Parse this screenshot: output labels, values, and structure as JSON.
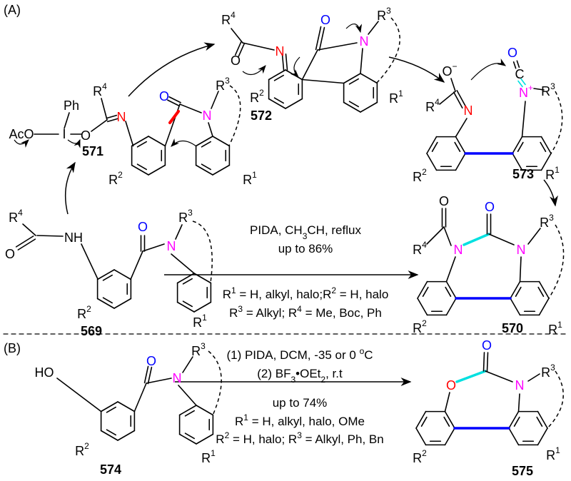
{
  "panels": {
    "a_label": "(A)",
    "b_label": "(B)"
  },
  "compounds": {
    "c569": "569",
    "c570": "570",
    "c571": "571",
    "c572": "572",
    "c573": "573",
    "c574": "574",
    "c575": "575"
  },
  "conditions_a": [
    [
      {
        "t": "PIDA, CH"
      },
      {
        "t": "3",
        "s": "sub"
      },
      {
        "t": "CH, reflux"
      }
    ],
    [
      {
        "t": "up to 86%"
      }
    ],
    [
      {
        "t": "R"
      },
      {
        "t": "1",
        "s": "sup"
      },
      {
        "t": " = H, alkyl, halo;R"
      },
      {
        "t": "2",
        "s": "sup"
      },
      {
        "t": " = H, halo"
      }
    ],
    [
      {
        "t": "R"
      },
      {
        "t": "3",
        "s": "sup"
      },
      {
        "t": " = Alkyl; R"
      },
      {
        "t": "4",
        "s": "sup"
      },
      {
        "t": " = Me, Boc, Ph"
      }
    ]
  ],
  "conditions_b": [
    [
      {
        "t": "(1) PIDA, DCM, -35 or 0 "
      },
      {
        "t": "o",
        "s": "sup"
      },
      {
        "t": "C"
      }
    ],
    [
      {
        "t": "(2) BF"
      },
      {
        "t": "3",
        "s": "sub"
      },
      {
        "t": "•OEt"
      },
      {
        "t": "2",
        "s": "sub"
      },
      {
        "t": ", r.t"
      }
    ],
    [
      {
        "t": "up to 74%"
      }
    ],
    [
      {
        "t": "R"
      },
      {
        "t": "1",
        "s": "sup"
      },
      {
        "t": " = H, alkyl, halo, OMe"
      }
    ],
    [
      {
        "t": "R"
      },
      {
        "t": "2",
        "s": "sup"
      },
      {
        "t": " = H, halo; R"
      },
      {
        "t": "3",
        "s": "sup"
      },
      {
        "t": " = Alkyl, Ph, Bn"
      }
    ]
  ],
  "structures": {
    "s569": [
      [
        "R",
        "4"
      ],
      [
        "NH"
      ],
      [
        "O"
      ],
      [
        "O"
      ],
      [
        "N"
      ],
      [
        "R",
        "3"
      ],
      [
        "R",
        "2"
      ],
      [
        "R",
        "1"
      ]
    ],
    "s570": [
      [
        "R",
        "4"
      ],
      [
        "O"
      ],
      [
        "N"
      ],
      [
        "O"
      ],
      [
        "N"
      ],
      [
        "R",
        "3"
      ],
      [
        "R",
        "2"
      ],
      [
        "R",
        "1"
      ]
    ],
    "s571": [
      [
        "AcO"
      ],
      [
        "I"
      ],
      [
        "Ph"
      ],
      [
        "O"
      ],
      [
        "R",
        "4"
      ],
      [
        "N"
      ],
      [
        "O"
      ],
      [
        "N"
      ],
      [
        "R",
        "3"
      ],
      [
        "R",
        "2"
      ],
      [
        "R",
        "1"
      ]
    ],
    "s572": [
      [
        "R",
        "4"
      ],
      [
        "O"
      ],
      [
        "N"
      ],
      [
        "O"
      ],
      [
        "N"
      ],
      [
        "R",
        "3"
      ],
      [
        "R",
        "2"
      ],
      [
        "R",
        "1"
      ]
    ],
    "s573": [
      [
        "O",
        "−"
      ],
      [
        "R",
        "4"
      ],
      [
        "N"
      ],
      [
        "O"
      ],
      [
        "C"
      ],
      [
        "N",
        "+"
      ],
      [
        "R",
        "3"
      ],
      [
        "R",
        "2"
      ],
      [
        "R",
        "1"
      ]
    ],
    "s574": [
      [
        "HO"
      ],
      [
        "O"
      ],
      [
        "N"
      ],
      [
        "R",
        "3"
      ],
      [
        "R",
        "2"
      ],
      [
        "R",
        "1"
      ]
    ],
    "s575": [
      [
        "O"
      ],
      [
        "O"
      ],
      [
        "N"
      ],
      [
        "R",
        "3"
      ],
      [
        "R",
        "2"
      ],
      [
        "R",
        "1"
      ]
    ]
  },
  "colors": {
    "nitrogen": "#ff00ff",
    "oxygen": "#0000ff",
    "highlight_red": "#ff0000",
    "cyan_bond": "#00e0e0",
    "biaryl_bond": "#0000ff"
  }
}
